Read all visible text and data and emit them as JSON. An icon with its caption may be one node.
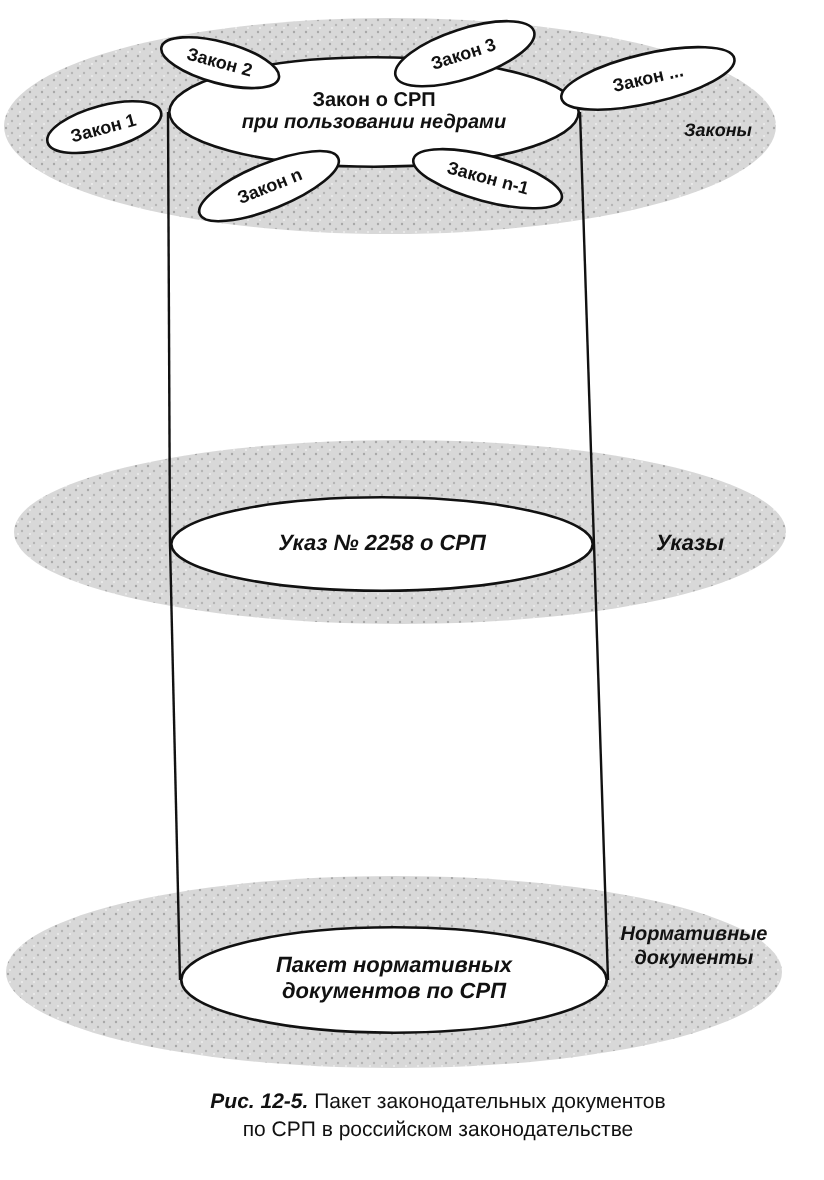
{
  "diagram": {
    "caption": "**Рис. 12-5.** Пакет законодательных документов по СРП в российском законодательстве",
    "nodes": [
      {
        "text": [
          "Законы"
        ]
      },
      {
        "text": [
          "Закон о СРП",
          "при пользовании недрами"
        ],
        "in": 0
      },
      {
        "text": [
          "Закон 1"
        ],
        "in": 0
      },
      {
        "text": [
          "Закон 2"
        ],
        "in": 0
      },
      {
        "text": [
          "Закон 3"
        ],
        "in": 0
      },
      {
        "text": [
          "Закон ..."
        ],
        "in": 0
      },
      {
        "text": [
          "Закон n-1"
        ],
        "in": 0
      },
      {
        "text": [
          "Закон n"
        ],
        "in": 0
      },
      {
        "text": [
          "Указы"
        ]
      },
      {
        "text": [
          "Указ № 2258 о СРП"
        ],
        "in": 8
      },
      {
        "text": [
          "Нормативные документы"
        ]
      },
      {
        "text": [
          "Пакет нормативных документов по СРП"
        ],
        "in": 10
      }
    ],
    "edges": [
      {
        "from": 1,
        "to": 9,
        "arrow": "none"
      },
      {
        "from": 1,
        "to": 9,
        "arrow": "none"
      },
      {
        "from": 9,
        "to": 11,
        "arrow": "none"
      },
      {
        "from": 9,
        "to": 11,
        "arrow": "none"
      }
    ]
  }
}
